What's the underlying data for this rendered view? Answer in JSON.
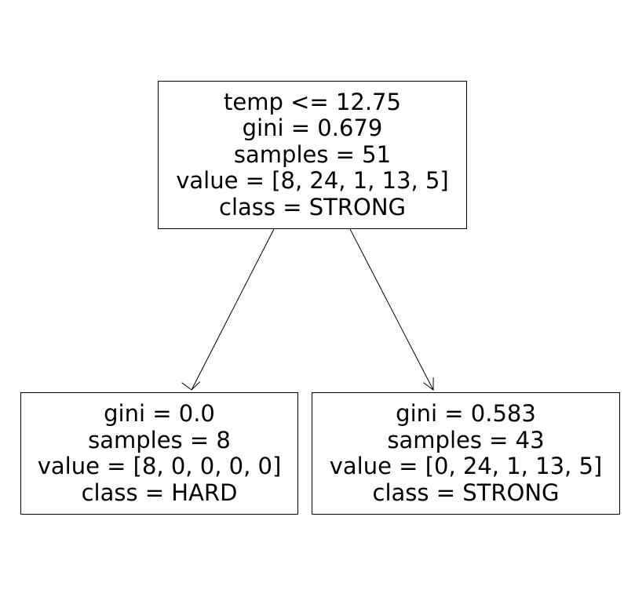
{
  "tree": {
    "root": {
      "split": "temp <= 12.75",
      "gini": "gini = 0.679",
      "samples": "samples = 51",
      "value": "value = [8, 24, 1, 13, 5]",
      "class": "class = STRONG"
    },
    "left": {
      "gini": "gini = 0.0",
      "samples": "samples = 8",
      "value": "value = [8, 0, 0, 0, 0]",
      "class": "class = HARD"
    },
    "right": {
      "gini": "gini = 0.583",
      "samples": "samples = 43",
      "value": "value = [0, 24, 1, 13, 5]",
      "class": "class = STRONG"
    }
  },
  "colors": {
    "edge": "#000000",
    "box_border": "#000000",
    "background": "#ffffff"
  }
}
